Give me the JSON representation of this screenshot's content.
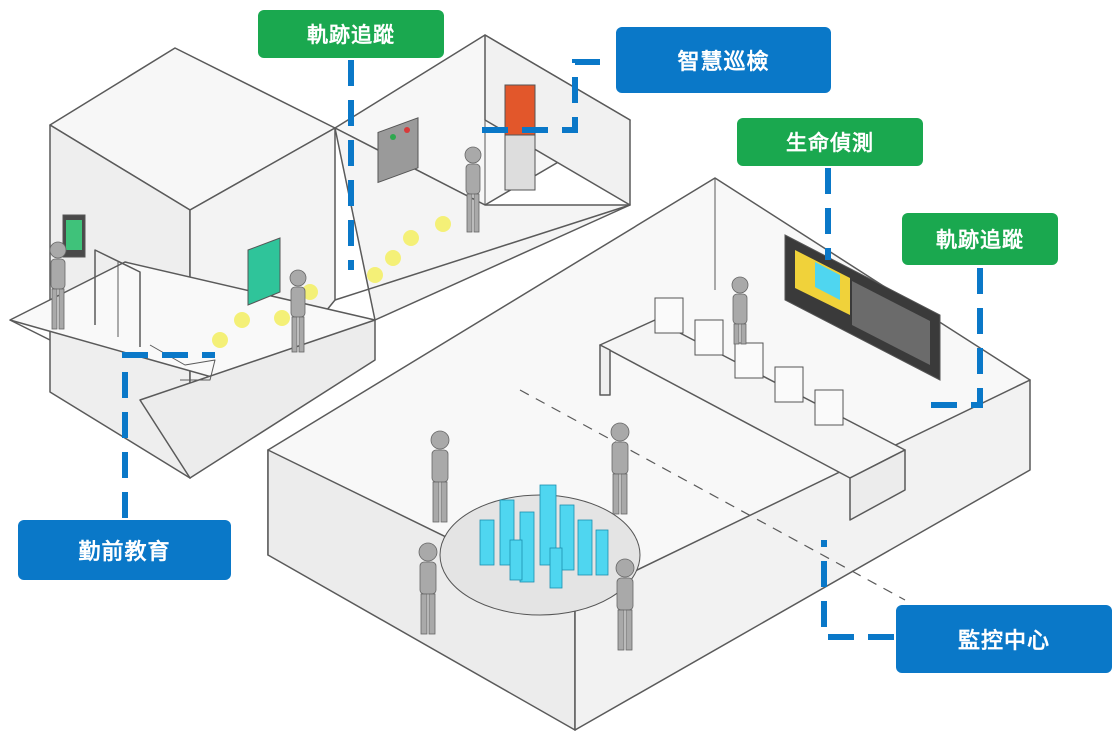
{
  "labels": {
    "trajectory_tracking_1": "軌跡追蹤",
    "smart_inspection": "智慧巡檢",
    "vital_sign_detection": "生命偵測",
    "trajectory_tracking_2": "軌跡追蹤",
    "pre_shift_training": "勤前教育",
    "monitoring_center": "監控中心"
  },
  "colors": {
    "blue": "#0a78c8",
    "green": "#1aa84f",
    "footprint": "#f4f06a",
    "wall_stroke": "#555555",
    "person": "#a9a9a9",
    "hologram": "#4fd6f0"
  }
}
